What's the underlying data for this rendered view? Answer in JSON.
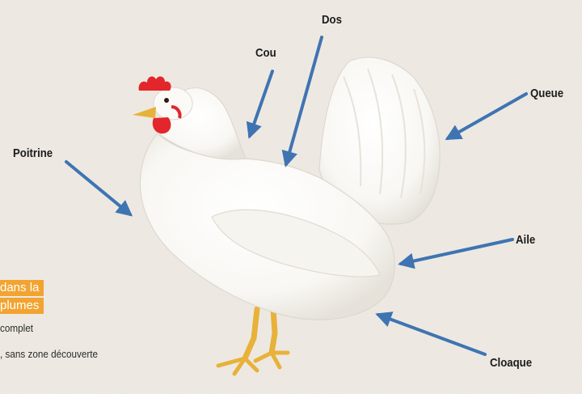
{
  "labels": {
    "dos": "Dos",
    "cou": "Cou",
    "poitrine": "Poitrine",
    "queue": "Queue",
    "aile": "Aile",
    "cloaque": "Cloaque"
  },
  "left_box": {
    "tag_line1": "dans la",
    "tag_line2": "plumes",
    "note_line1": "complet",
    "note_line2": ", sans zone découverte"
  },
  "colors": {
    "arrow": "#3f74b2",
    "tag": "#f2a431",
    "background": "#efebe4"
  },
  "icons": {
    "arrow": "arrow-icon",
    "chicken": "chicken-illustration"
  }
}
